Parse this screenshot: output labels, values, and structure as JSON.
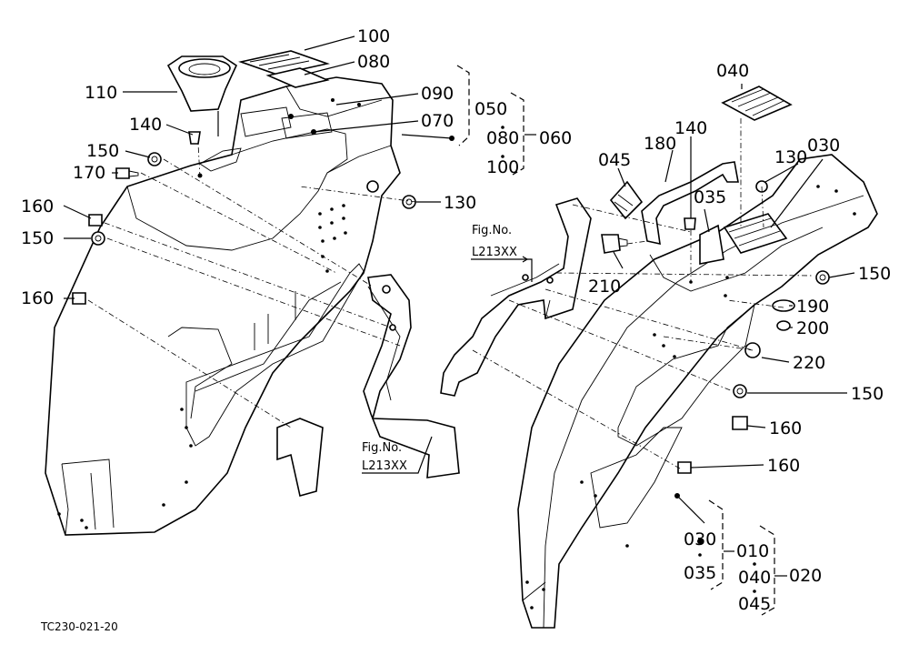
{
  "diagram_code": "TC230-021-20",
  "figure_refs": [
    {
      "label": "Fig.No.",
      "code": "L213XX"
    },
    {
      "label": "Fig.No.",
      "code": "L213XX"
    }
  ],
  "callouts": {
    "c100": "100",
    "c080a": "080",
    "c110": "110",
    "c090": "090",
    "c050": "050",
    "c140a": "140",
    "c070": "070",
    "c080b": "080",
    "c060": "060",
    "c150a": "150",
    "c100b": "100",
    "c170": "170",
    "c130a": "130",
    "c160a": "160",
    "c150b": "150",
    "c160b": "160",
    "c040": "040",
    "c140b": "140",
    "c180": "180",
    "c130b": "130",
    "c030a": "030",
    "c045a": "045",
    "c035a": "035",
    "c210": "210",
    "c150c": "150",
    "c190": "190",
    "c200": "200",
    "c220": "220",
    "c150d": "150",
    "c160c": "160",
    "c160d": "160",
    "c030b": "030",
    "c010": "010",
    "c035b": "035",
    "c040b": "040",
    "c020": "020",
    "c045b": "045"
  }
}
